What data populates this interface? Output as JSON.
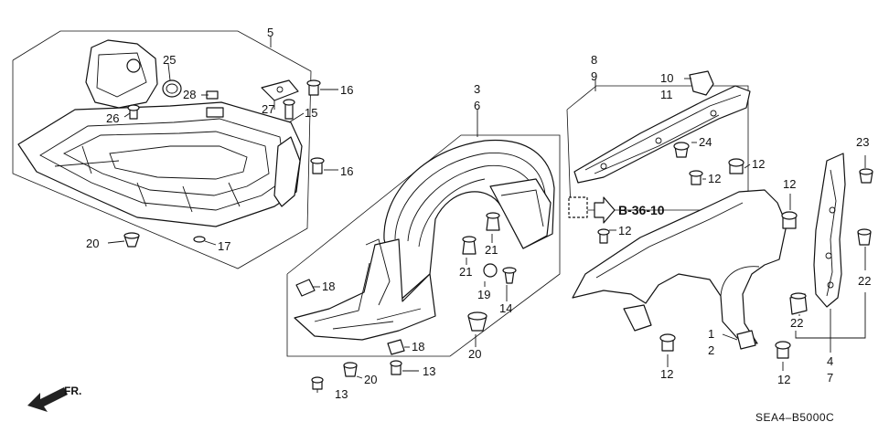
{
  "callouts": [
    {
      "id": "c5",
      "text": "5"
    },
    {
      "id": "c25",
      "text": "25"
    },
    {
      "id": "c28",
      "text": "28"
    },
    {
      "id": "c26",
      "text": "26"
    },
    {
      "id": "c27",
      "text": "27"
    },
    {
      "id": "c15",
      "text": "15"
    },
    {
      "id": "c16a",
      "text": "16"
    },
    {
      "id": "c16b",
      "text": "16"
    },
    {
      "id": "c20a",
      "text": "20"
    },
    {
      "id": "c17",
      "text": "17"
    },
    {
      "id": "c3",
      "text": "3"
    },
    {
      "id": "c6",
      "text": "6"
    },
    {
      "id": "c8",
      "text": "8"
    },
    {
      "id": "c9",
      "text": "9"
    },
    {
      "id": "c10",
      "text": "10"
    },
    {
      "id": "c11",
      "text": "11"
    },
    {
      "id": "c24",
      "text": "24"
    },
    {
      "id": "c12a",
      "text": "12"
    },
    {
      "id": "c12b",
      "text": "12"
    },
    {
      "id": "c12c",
      "text": "12"
    },
    {
      "id": "c12d",
      "text": "12"
    },
    {
      "id": "c23",
      "text": "23"
    },
    {
      "id": "c21a",
      "text": "21"
    },
    {
      "id": "c21b",
      "text": "21"
    },
    {
      "id": "c19",
      "text": "19"
    },
    {
      "id": "c14",
      "text": "14"
    },
    {
      "id": "c18a",
      "text": "18"
    },
    {
      "id": "c18b",
      "text": "18"
    },
    {
      "id": "c20b",
      "text": "20"
    },
    {
      "id": "c20c",
      "text": "20"
    },
    {
      "id": "c13a",
      "text": "13"
    },
    {
      "id": "c13b",
      "text": "13"
    },
    {
      "id": "c22a",
      "text": "22"
    },
    {
      "id": "c22b",
      "text": "22"
    },
    {
      "id": "c1",
      "text": "1"
    },
    {
      "id": "c2",
      "text": "2"
    },
    {
      "id": "c12e",
      "text": "12"
    },
    {
      "id": "c12f",
      "text": "12"
    },
    {
      "id": "c4",
      "text": "4"
    },
    {
      "id": "c7",
      "text": "7"
    }
  ],
  "section_ref": "B-36-10",
  "front_marker": "FR.",
  "diagram_code": "SEA4–B5000C"
}
